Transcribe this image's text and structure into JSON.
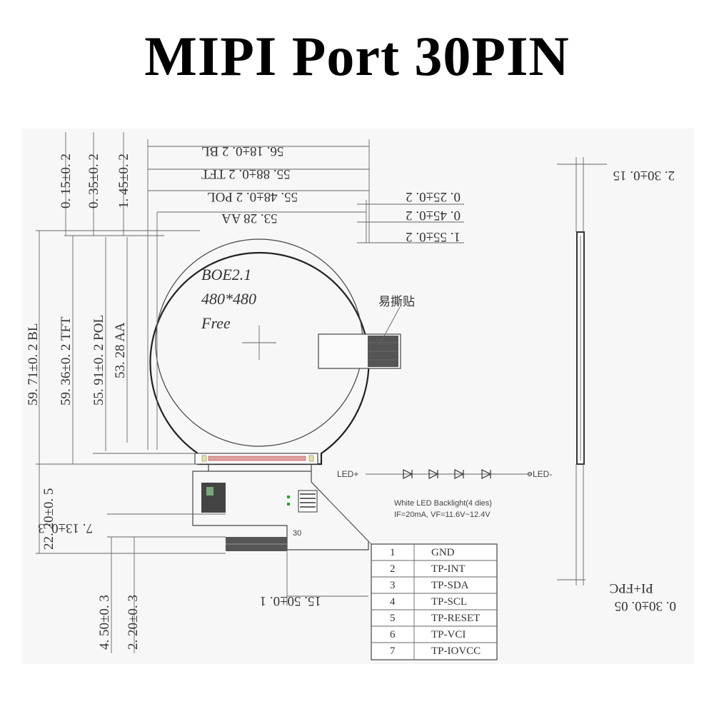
{
  "title": "MIPI Port 30PIN",
  "panel": {
    "line1": "BOE2.1",
    "line2": "480*480",
    "line3": "Free"
  },
  "tear_tab_label": "易撕贴",
  "pin_count_label": "30",
  "top_dimensions": {
    "bl": "56. 18±0. 2 BL",
    "tft": "55. 88±0. 2 TFT",
    "pol": "55. 48±0. 2 POL",
    "aa": "53. 28 AA"
  },
  "right_offsets": {
    "a": "0. 25±0. 2",
    "b": "0. 45±0. 2",
    "c": "1. 55±0. 2"
  },
  "left_offsets": {
    "a": "0. 15±0. 2",
    "b": "0. 35±0. 2",
    "c": "1. 45±0. 2"
  },
  "left_dimensions": {
    "bl": "59. 71±0. 2 BL",
    "tft": "59. 36±0. 2 TFT",
    "pol": "55. 91±0. 2 POL",
    "aa": "53. 28 AA"
  },
  "fpc_dimensions": {
    "length": "22. 20±0. 5",
    "offset": "7. 13±0. 3",
    "width_a": "4. 50±0. 3",
    "width_b": "2. 20±0. 3",
    "connector_offset": "15. 50±0. 1"
  },
  "side_view": {
    "thickness": "2. 30±0. 15",
    "fpc_thickness": "0. 30±0. 05",
    "fpc_material": "PI+FPC"
  },
  "led": {
    "anode": "LED+",
    "cathode": "LED-",
    "title": "White LED Backlight(4 dies)",
    "spec": "IF=20mA, VF=11.6V~12.4V"
  },
  "pin_table": [
    {
      "pin": "1",
      "name": "GND"
    },
    {
      "pin": "2",
      "name": "TP-INT"
    },
    {
      "pin": "3",
      "name": "TP-SDA"
    },
    {
      "pin": "4",
      "name": "TP-SCL"
    },
    {
      "pin": "5",
      "name": "TP-RESET"
    },
    {
      "pin": "6",
      "name": "TP-VCI"
    },
    {
      "pin": "7",
      "name": "TP-IOVCC"
    }
  ],
  "colors": {
    "background": "#ffffff",
    "sheet": "#f7f7f7",
    "ink": "#333333",
    "title": "#000000",
    "connector_strip": "#e0a0a0"
  }
}
